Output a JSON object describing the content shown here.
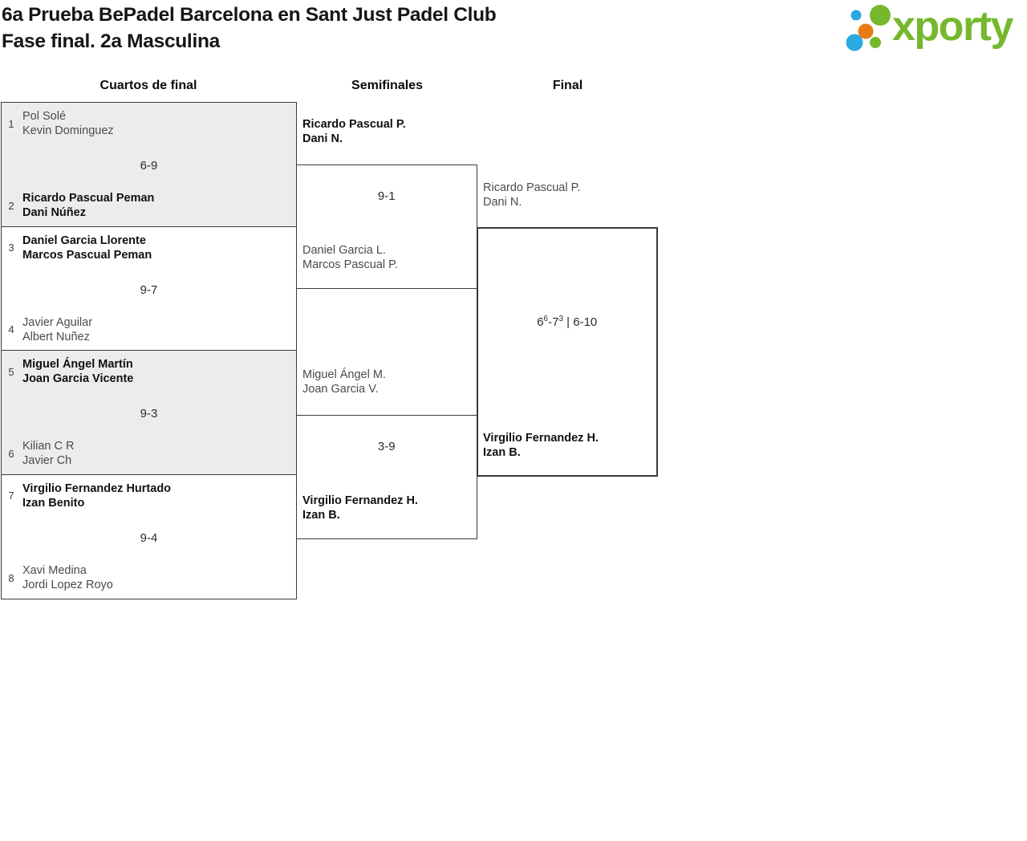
{
  "header": {
    "title_line1": "6a Prueba BePadel Barcelona en Sant Just Padel Club",
    "title_line2": "Fase final. 2a Masculina",
    "logo": {
      "brand": "xporty",
      "green": "#76b82d",
      "blue": "#29a9e1",
      "orange": "#e87a14"
    }
  },
  "round_headers": {
    "quarterfinals": "Cuartos de final",
    "semifinals": "Semifinales",
    "final": "Final"
  },
  "colors": {
    "shaded_match_bg": "#ececec",
    "border": "#3a3a3a",
    "winner_text": "#111111",
    "loser_text": "#4b4b4b"
  },
  "quarterfinals": [
    {
      "shaded": true,
      "top": {
        "seed": "1",
        "player1": "Pol Solé",
        "player2": "Kevin Dominguez",
        "winner": false
      },
      "score": "6-9",
      "bottom": {
        "seed": "2",
        "player1": "Ricardo Pascual Peman",
        "player2": "Dani Núñez",
        "winner": true
      }
    },
    {
      "shaded": false,
      "top": {
        "seed": "3",
        "player1": "Daniel Garcia Llorente",
        "player2": "Marcos Pascual Peman",
        "winner": true
      },
      "score": "9-7",
      "bottom": {
        "seed": "4",
        "player1": "Javier Aguilar",
        "player2": "Albert Nuñez",
        "winner": false
      }
    },
    {
      "shaded": true,
      "top": {
        "seed": "5",
        "player1": "Miguel Ángel Martín",
        "player2": "Joan Garcia Vicente",
        "winner": true
      },
      "score": "9-3",
      "bottom": {
        "seed": "6",
        "player1": "Kilian C R",
        "player2": "Javier Ch",
        "winner": false
      }
    },
    {
      "shaded": false,
      "top": {
        "seed": "7",
        "player1": "Virgilio Fernandez Hurtado",
        "player2": "Izan Benito",
        "winner": true
      },
      "score": "9-4",
      "bottom": {
        "seed": "8",
        "player1": "Xavi Medina",
        "player2": "Jordi Lopez Royo",
        "winner": false
      }
    }
  ],
  "semifinals": [
    {
      "top": {
        "player1": "Ricardo Pascual P.",
        "player2": "Dani N.",
        "winner": true
      },
      "score": "9-1",
      "bottom": {
        "player1": "Daniel Garcia L.",
        "player2": "Marcos Pascual P.",
        "winner": false
      }
    },
    {
      "top": {
        "player1": "Miguel Ángel M.",
        "player2": "Joan Garcia V.",
        "winner": false
      },
      "score": "3-9",
      "bottom": {
        "player1": "Virgilio Fernandez H.",
        "player2": "Izan B.",
        "winner": true
      }
    }
  ],
  "final": {
    "top": {
      "player1": "Ricardo Pascual P.",
      "player2": "Dani N.",
      "winner": false
    },
    "score": {
      "a": "6",
      "a_sup": "6",
      "b": "-7",
      "b_sup": "3",
      "c": " | 6-10"
    },
    "bottom": {
      "player1": "Virgilio Fernandez H.",
      "player2": "Izan B.",
      "winner": true
    }
  }
}
